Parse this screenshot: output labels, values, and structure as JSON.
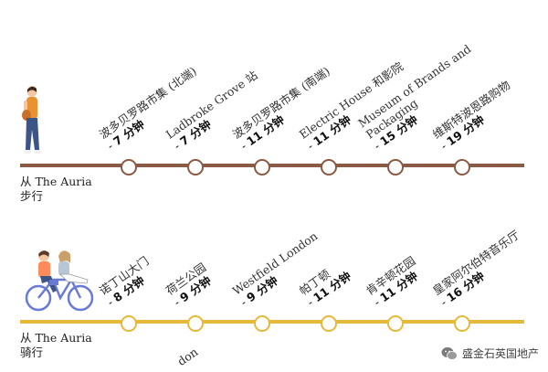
{
  "walking": {
    "from_line1": "从 The Auria",
    "from_line2": "步行",
    "line_color": "#8a5a44",
    "stops": [
      {
        "name": "波多贝罗路市集 (北端)",
        "minutes": "7",
        "unit": "分钟"
      },
      {
        "name": "Ladbroke Grove 站",
        "minutes": "7",
        "unit": "分钟"
      },
      {
        "name": "波多贝罗路市集 (南端)",
        "minutes": "11",
        "unit": "分钟"
      },
      {
        "name": "Electric House 和影院",
        "minutes": "11",
        "unit": "分钟"
      },
      {
        "name": "Museum of Brands and",
        "name2": "Packaging",
        "minutes": "15",
        "unit": "分钟"
      },
      {
        "name": "维斯特波恩路购物",
        "minutes": "19",
        "unit": "分钟"
      }
    ]
  },
  "cycling": {
    "from_line1": "从 The Auria",
    "from_line2": "骑行",
    "line_color": "#e6b93a",
    "stops": [
      {
        "name": "诺丁山大门",
        "minutes": "8",
        "unit": "分钟"
      },
      {
        "name": "荷兰公园",
        "minutes": "9",
        "unit": "分钟"
      },
      {
        "name": "Westfield London",
        "minutes": "9",
        "unit": "分钟"
      },
      {
        "name": "帕丁顿",
        "minutes": "11",
        "unit": "分钟"
      },
      {
        "name": "肯辛顿花园",
        "minutes": "11",
        "unit": "分钟"
      },
      {
        "name": "皇家阿尔伯特音乐厅",
        "minutes": "16",
        "unit": "分钟"
      }
    ],
    "cut_label": "don"
  },
  "watermark": {
    "text": "盛金石英国地产",
    "icon": "wechat-icon"
  }
}
